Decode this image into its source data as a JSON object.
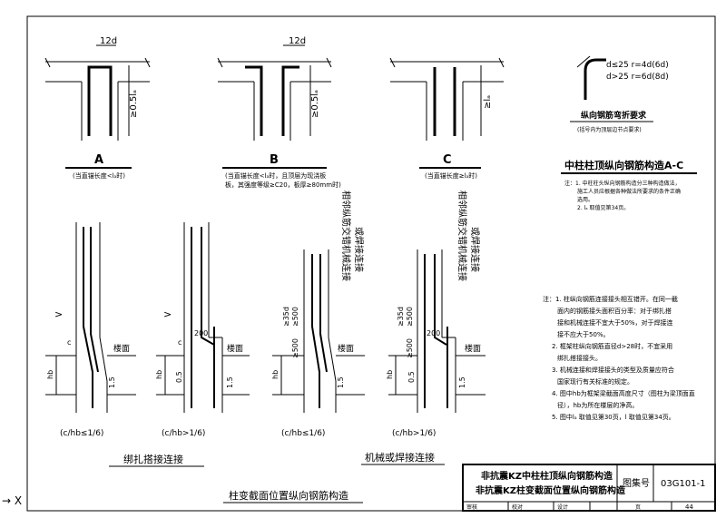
{
  "top_details": [
    {
      "dim_top": "12d",
      "dim_side": "≥0.5lₐ",
      "label": "A",
      "note": "(当直锚长度<lₐ时)"
    },
    {
      "dim_top": "12d",
      "dim_side": "≥0.5lₐ",
      "label": "B",
      "note_line1": "(当直锚长度<lₐ时，且顶层为现浇板",
      "note_line2": "板，其强度等级≥C20，板厚≥80mm时)"
    },
    {
      "dim_side": "≥lₐ",
      "label": "C",
      "note": "(当直锚长度≥lₐ时)"
    }
  ],
  "bend_detail": {
    "rule1": "d≤25  r=4d(6d)",
    "rule2": "d>25  r=6d(8d)",
    "caption": "纵向钢筋弯折要求",
    "sub": "(括号内为顶层边节点要求)"
  },
  "section_title": "中柱柱顶纵向钢筋构造A-C",
  "side_notes": [
    "注：1. 中柱柱头纵向钢筋构造分三种构造做法，",
    "施工人员应根据各种做法所要求的条件正确",
    "选用。",
    "2. lₐ 取值见第34页。"
  ],
  "bottom_details": [
    {
      "ratio": "(c/hb≤1/6)",
      "hb": "hb",
      "c": "c",
      "floor": "楼面",
      "slope": "1.5"
    },
    {
      "ratio": "(c/hb>1/6)",
      "hb": "hb",
      "c": "c",
      "floor": "楼面",
      "len": "200",
      "slope": "0.5",
      "slope2": "1.5"
    },
    {
      "ratio": "(c/hb≤1/6)",
      "hb": "hb",
      "floor": "楼面",
      "dim_a": "≥35d",
      "dim_b": "≥500",
      "dim_c": "≥500",
      "vertical": "相邻纵筋交错机械连接",
      "vertical2": "或焊接连接",
      "slope": "1.5"
    },
    {
      "ratio": "(c/hb>1/6)",
      "hb": "hb",
      "floor": "楼面",
      "dim_a": "≥35d",
      "dim_b": "≥500",
      "dim_c": "≥500",
      "len": "200",
      "vertical": "相邻纵筋交错机械连接",
      "vertical2": "或焊接连接",
      "slope": "0.5",
      "slope2": "1.5"
    }
  ],
  "caption_left": "绑扎搭接连接",
  "caption_right": "机械或焊接连接",
  "caption_main": "柱变截面位置纵向钢筋构造",
  "notes": [
    "注：1. 柱纵向钢筋连接接头相互错开。在同一截",
    "面内的钢筋接头面积百分率：对于绑扎搭",
    "接和机械连接不宜大于50%，对于焊接连",
    "接不应大于50%。",
    "2. 框架柱纵向钢筋直径d>28时，不宜采用",
    "绑扎搭接接头。",
    "3. 机械连接和焊接接头的类型及质量应符合",
    "国家现行有关标准的规定。",
    "4. 图中hb为框架梁截面高度尺寸（图柱为梁顶面直",
    "径），hb为所在楼层的净高。",
    "5. 图中lₐ 取值见第30页，l 取值见第34页。"
  ],
  "title_block": {
    "title1": "非抗震KZ中柱柱顶纵向钢筋构造",
    "title2": "非抗震KZ柱变截面位置纵向钢筋构造",
    "sheet_label": "图集号",
    "sheet_no": "03G101-1",
    "row_labels": [
      "审核",
      "校对",
      "设计",
      "页"
    ],
    "page_label": "页",
    "page": "44"
  },
  "cursor_symbol": "→ X"
}
